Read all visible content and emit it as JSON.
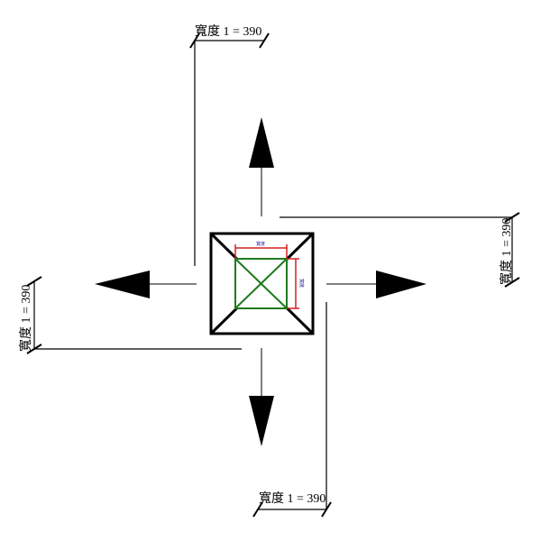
{
  "dimensions": {
    "top": "寬度 1 = 390",
    "right": "寬度 1 = 390",
    "left": "寬度 1 = 390",
    "bottom": "寬度 1 = 390"
  },
  "inner_labels": {
    "top": "寬度",
    "right": "寬度"
  },
  "colors": {
    "line": "#000000",
    "inner": "#1e7a1e",
    "dimension": "#d42020",
    "label": "#1a1aa0"
  }
}
